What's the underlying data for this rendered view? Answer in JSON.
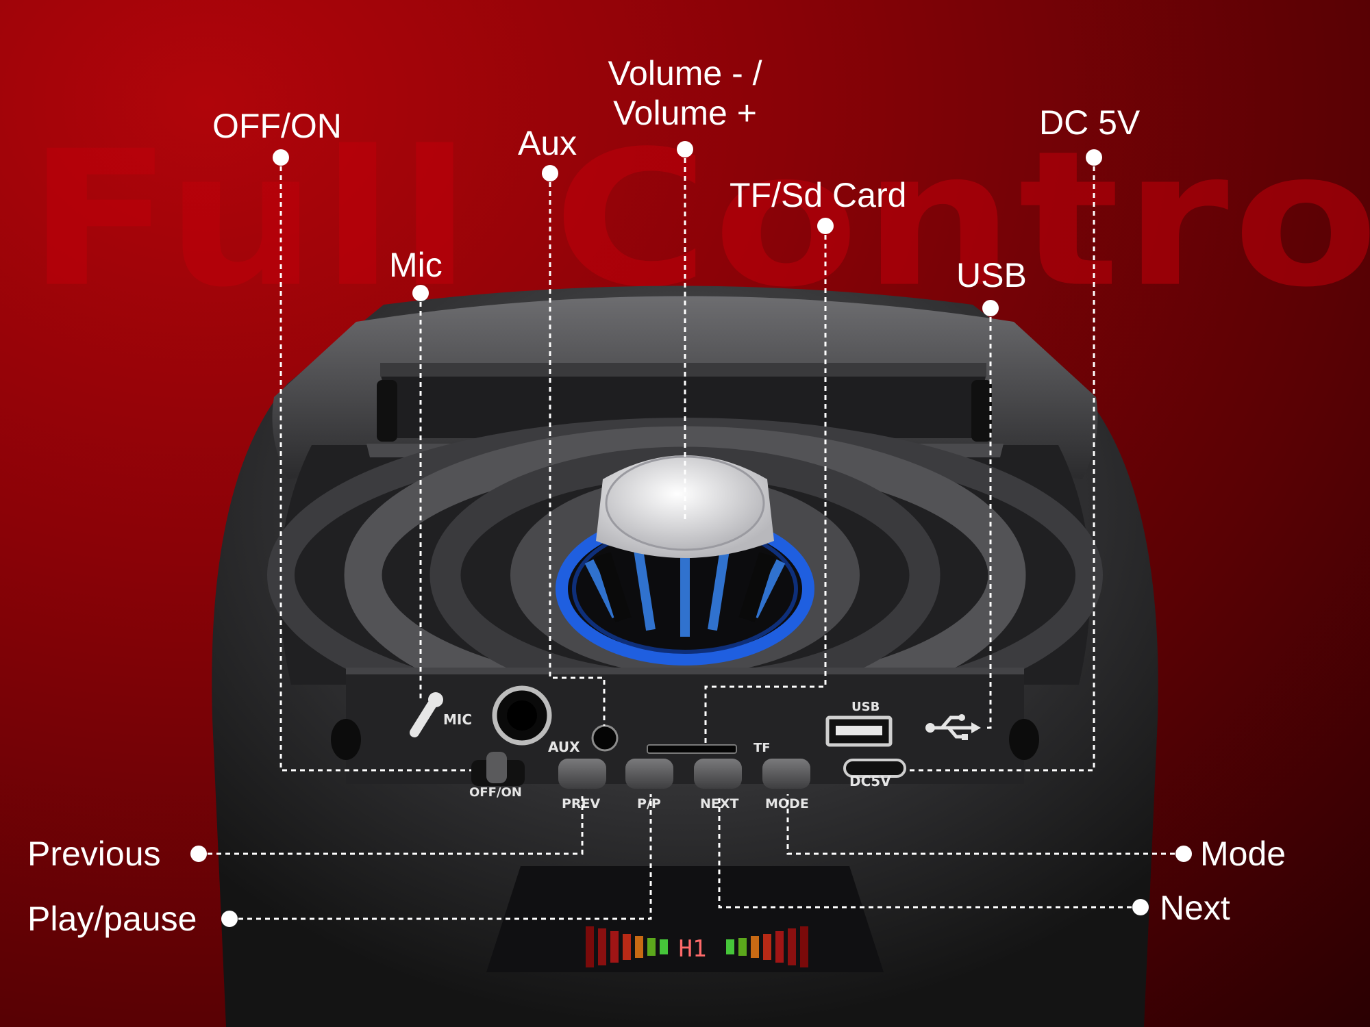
{
  "headline": "Full Control",
  "callouts": {
    "off_on": "OFF/ON",
    "mic": "Mic",
    "aux": "Aux",
    "volume_line1": "Volume - /",
    "volume_line2": "Volume +",
    "tf_card": "TF/Sd Card",
    "usb": "USB",
    "dc5v": "DC 5V",
    "previous": "Previous",
    "play_pause": "Play/pause",
    "mode": "Mode",
    "next": "Next"
  },
  "panel_labels": {
    "mic": "MIC",
    "aux": "AUX",
    "tf": "TF",
    "usb": "USB",
    "dc5v": "DC5V",
    "off_on": "OFF/ON",
    "prev": "PREV",
    "pp": "P/P",
    "next": "NEXT",
    "mode": "MODE"
  },
  "display_text": "H1",
  "icons": [
    "microphone-icon",
    "usb-icon"
  ],
  "colors": {
    "background": "#8a0207",
    "accent_blue": "#1f5fe0",
    "callout_line": "#ffffff"
  }
}
